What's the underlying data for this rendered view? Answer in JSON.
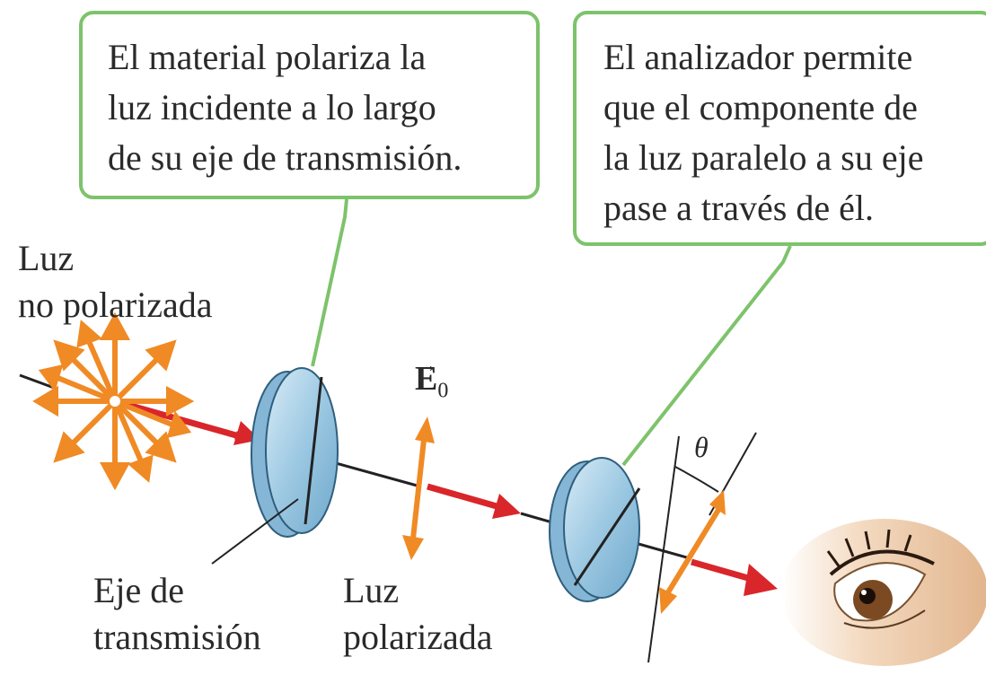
{
  "callouts": {
    "polarizer": [
      "El material polariza la",
      "luz incidente a lo largo",
      "de su eje de transmisión."
    ],
    "analyzer": [
      "El analizador permite",
      "que el componente de",
      "la luz paralelo a su eje",
      "pase a través de él."
    ]
  },
  "labels": {
    "unpolarized": [
      "Luz",
      "no polarizada"
    ],
    "transmission_axis": [
      "Eje de",
      "transmisión"
    ],
    "polarized": [
      "Luz",
      "polarizada"
    ],
    "field_symbol": "E",
    "field_subscript": "0",
    "angle_symbol": "θ"
  },
  "colors": {
    "callout_border": "#7dc36b",
    "beam_arrow": "#d9262b",
    "field_arrow": "#f08a24",
    "disk_fill": "#a9cfe6",
    "text": "#2a2a2a"
  }
}
